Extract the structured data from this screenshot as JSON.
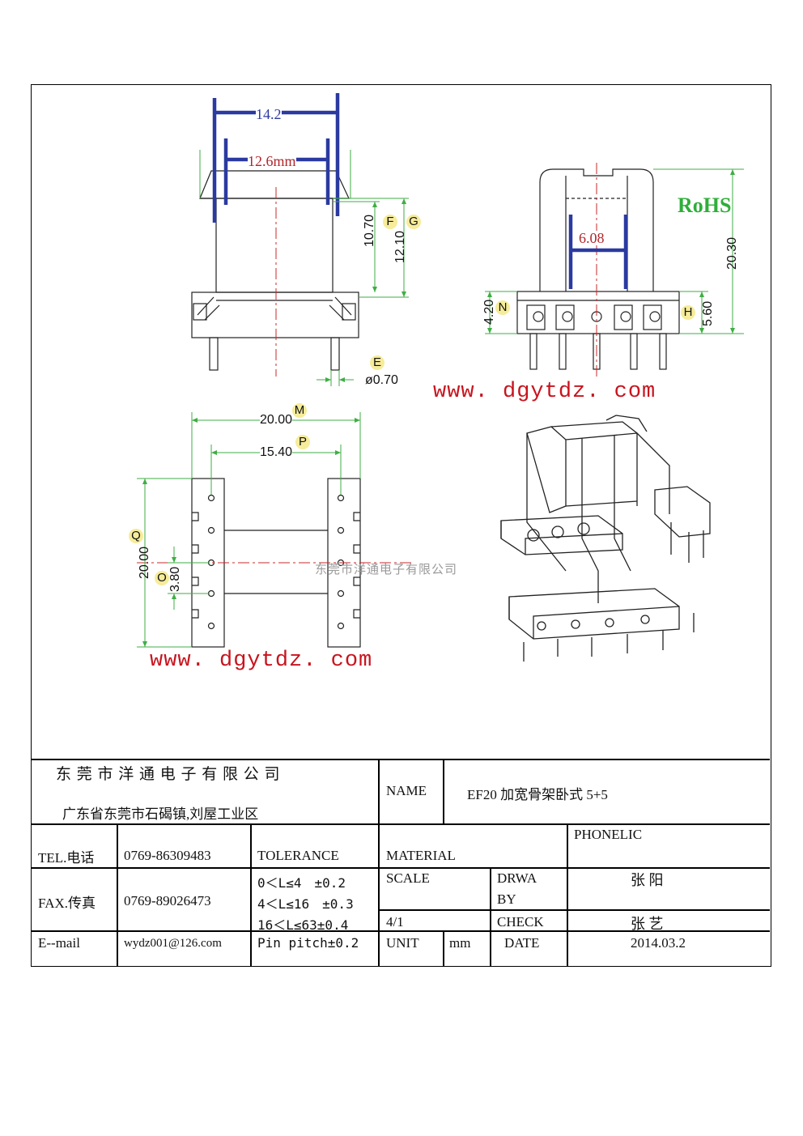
{
  "drawing": {
    "dims": {
      "d_14_2": "14.2",
      "d_12_6": "12.6mm",
      "d_10_70": "10.70",
      "d_12_10": "12.10",
      "d_0_70": "ø0.70",
      "d_6_08": "6.08",
      "d_20_30": "20.30",
      "d_4_20": "4.20",
      "d_5_60": "5.60",
      "d_20_00_w": "20.00",
      "d_15_40": "15.40",
      "d_20_00_h": "20.00",
      "d_3_80": "3.80"
    },
    "letters": {
      "F": "F",
      "G": "G",
      "E": "E",
      "N": "N",
      "H": "H",
      "M": "M",
      "P": "P",
      "Q": "Q",
      "O": "O"
    },
    "rohs": "RoHS",
    "url": "www. dgytdz. com",
    "watermark": "东莞市洋通电子有限公司"
  },
  "titleblock": {
    "company": "东 莞 市 洋 通 电 子 有 限 公 司",
    "address": "广东省东莞市石碣镇,刘屋工业区",
    "name_label": "NAME",
    "name_value": "EF20 加宽骨架卧式 5+5",
    "tel_label": "TEL.电话",
    "tel_value": "0769-86309483",
    "fax_label": "FAX.传真",
    "fax_value": "0769-89026473",
    "email_label": "E--mail",
    "email_value": "wydz001@126.com",
    "tolerance_label": "TOLERANCE",
    "tolerances": [
      "0＜L≤4　±0.2",
      "4＜L≤16　±0.3",
      "16＜L≤63±0.4",
      "Pin pitch±0.2"
    ],
    "material_label": "MATERIAL",
    "material_value": "PHONELIC",
    "scale_label": "SCALE",
    "scale_value": "4/1",
    "drawn_label_1": "DRWA",
    "drawn_label_2": "BY",
    "drawn_value": "张 阳",
    "check_label": "CHECK",
    "check_value": "张 艺",
    "unit_label": "UNIT",
    "unit_value": "mm",
    "date_label": "DATE",
    "date_value": "2014.03.2"
  }
}
